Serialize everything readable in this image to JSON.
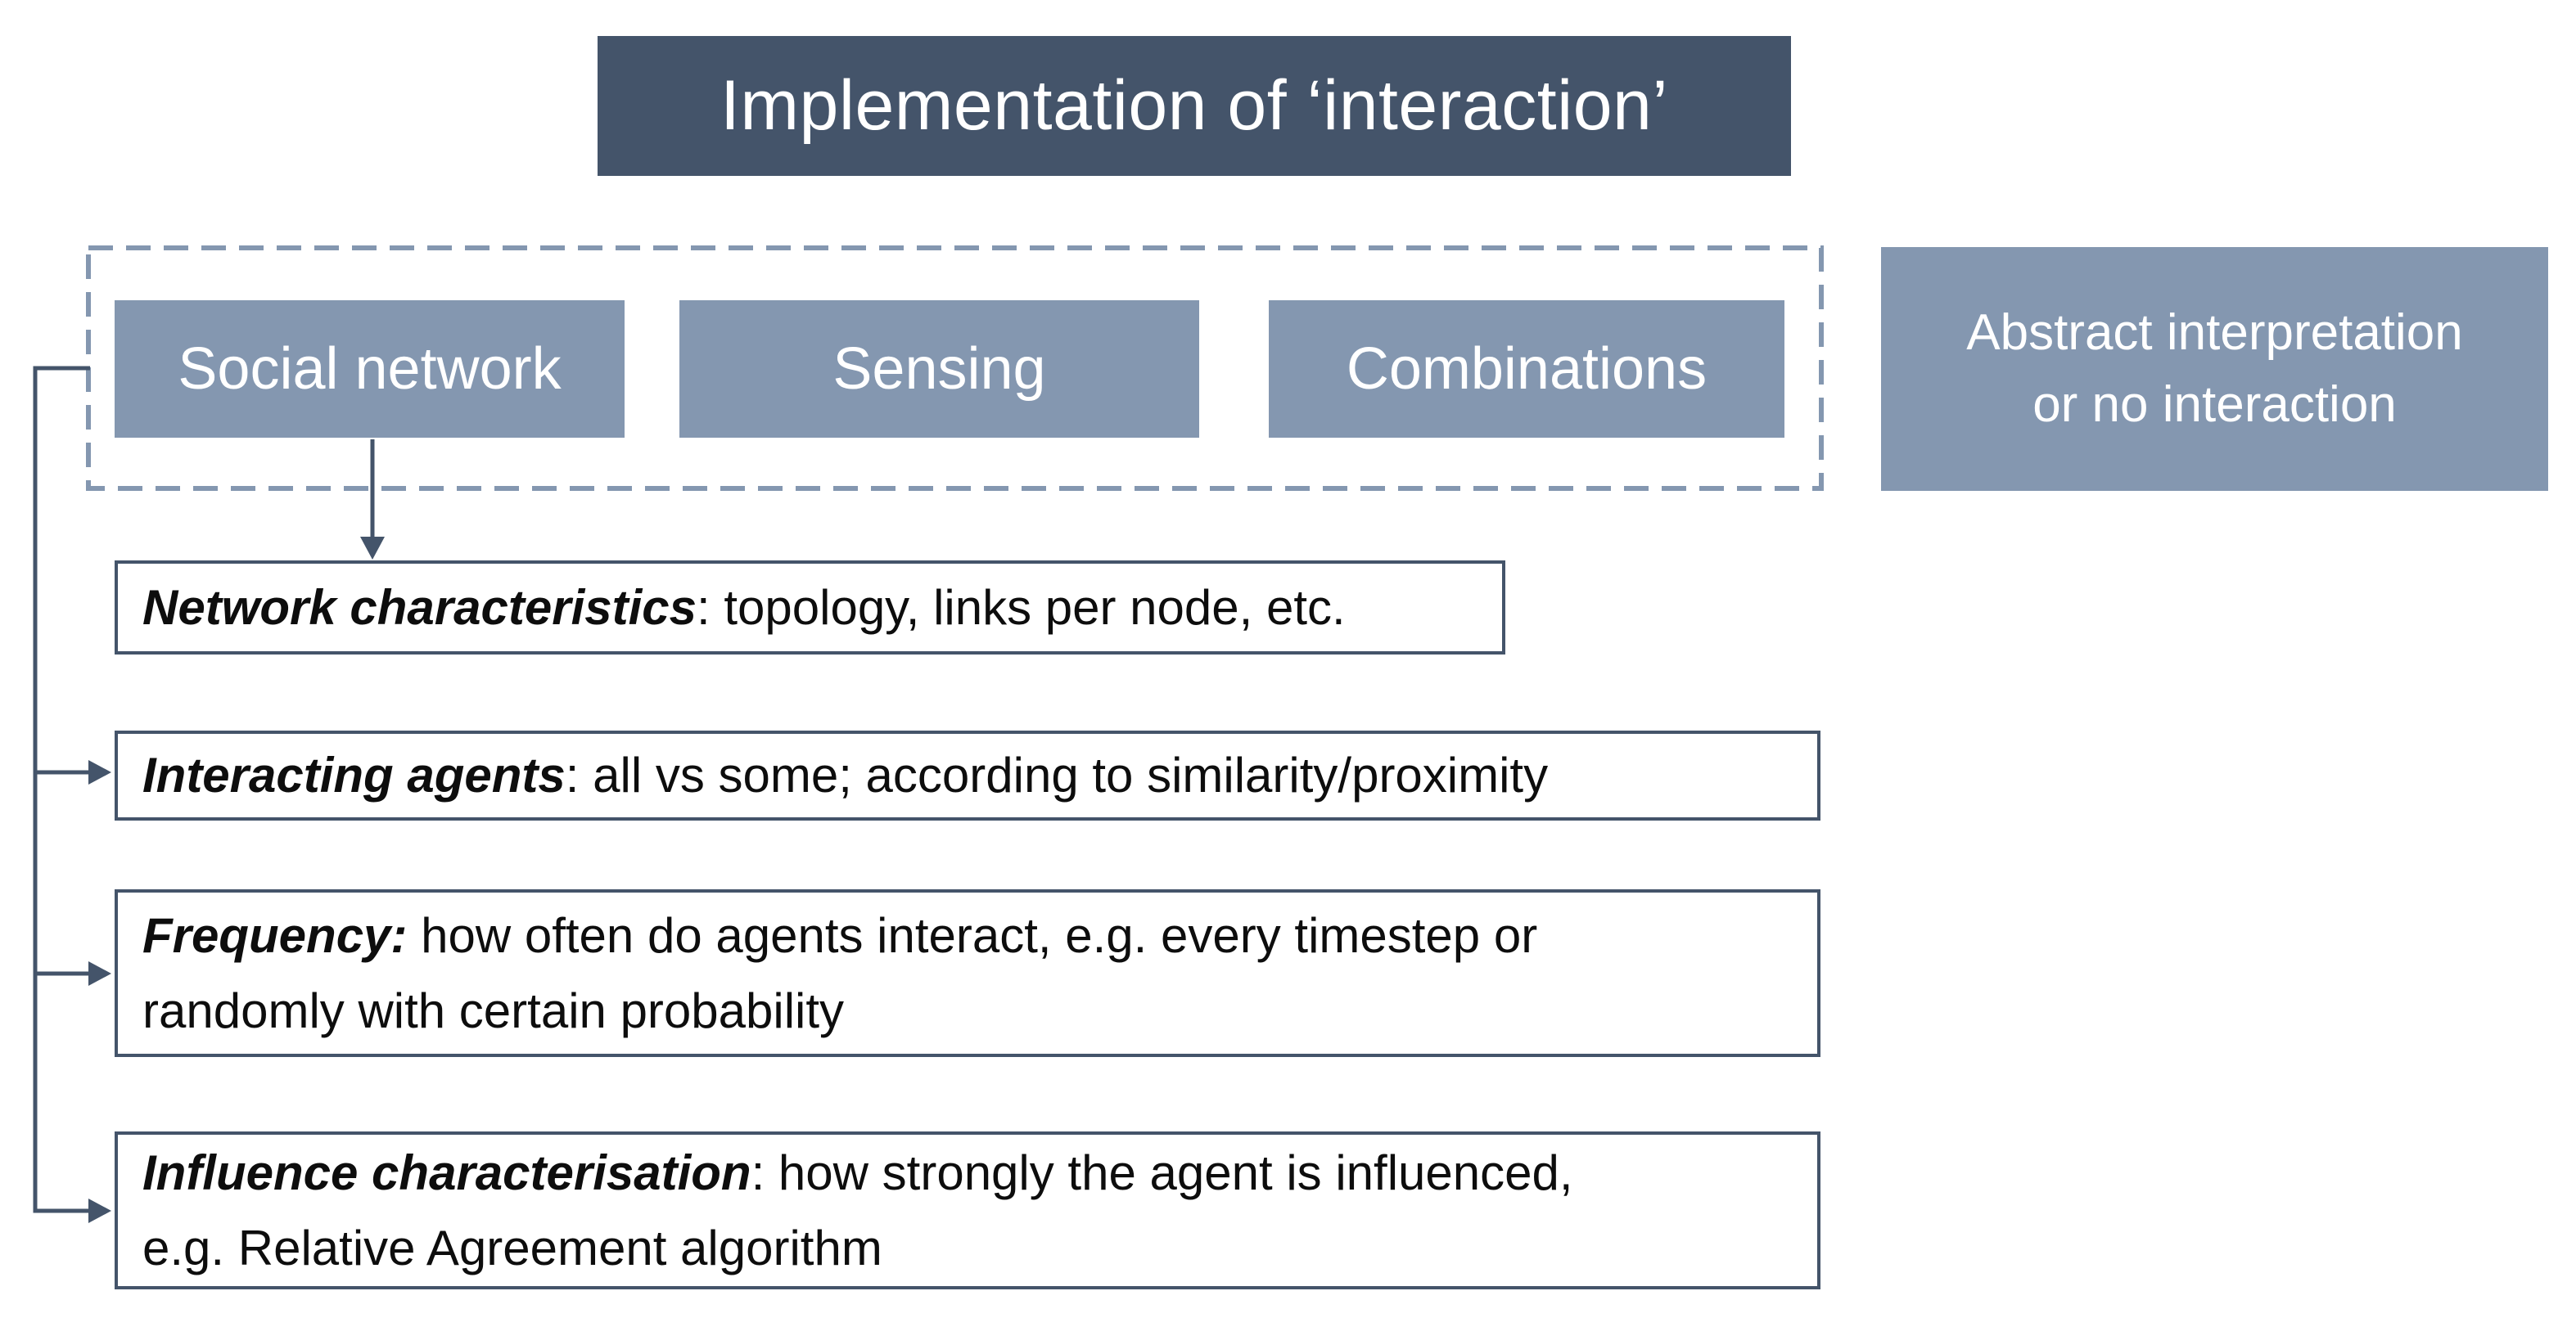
{
  "colors": {
    "title_bg": "#44546a",
    "category_bg": "#8497b0",
    "dashed_border": "#8497b0",
    "connector": "#44546a",
    "detail_border": "#44546a",
    "text_on_dark": "#ffffff",
    "text_body": "#0d0d0d"
  },
  "title": {
    "text": "Implementation of ‘interaction’"
  },
  "category_group": {
    "items": [
      {
        "label": "Social network"
      },
      {
        "label": "Sensing"
      },
      {
        "label": "Combinations"
      }
    ]
  },
  "side_box": {
    "lines": [
      "Abstract interpretation",
      "or no interaction"
    ]
  },
  "detail_boxes": [
    {
      "lead": "Network characteristics",
      "rest": ": topology, links per node, etc."
    },
    {
      "lead": "Interacting agents",
      "rest": ": all vs some; according to similarity/proximity"
    },
    {
      "lead": "Frequency:",
      "rest": " how often do agents interact, e.g. every timestep or\nrandomly with certain probability"
    },
    {
      "lead": "Influence characterisation",
      "rest": ": how strongly the agent is influenced,\ne.g. Relative Agreement algorithm"
    }
  ]
}
